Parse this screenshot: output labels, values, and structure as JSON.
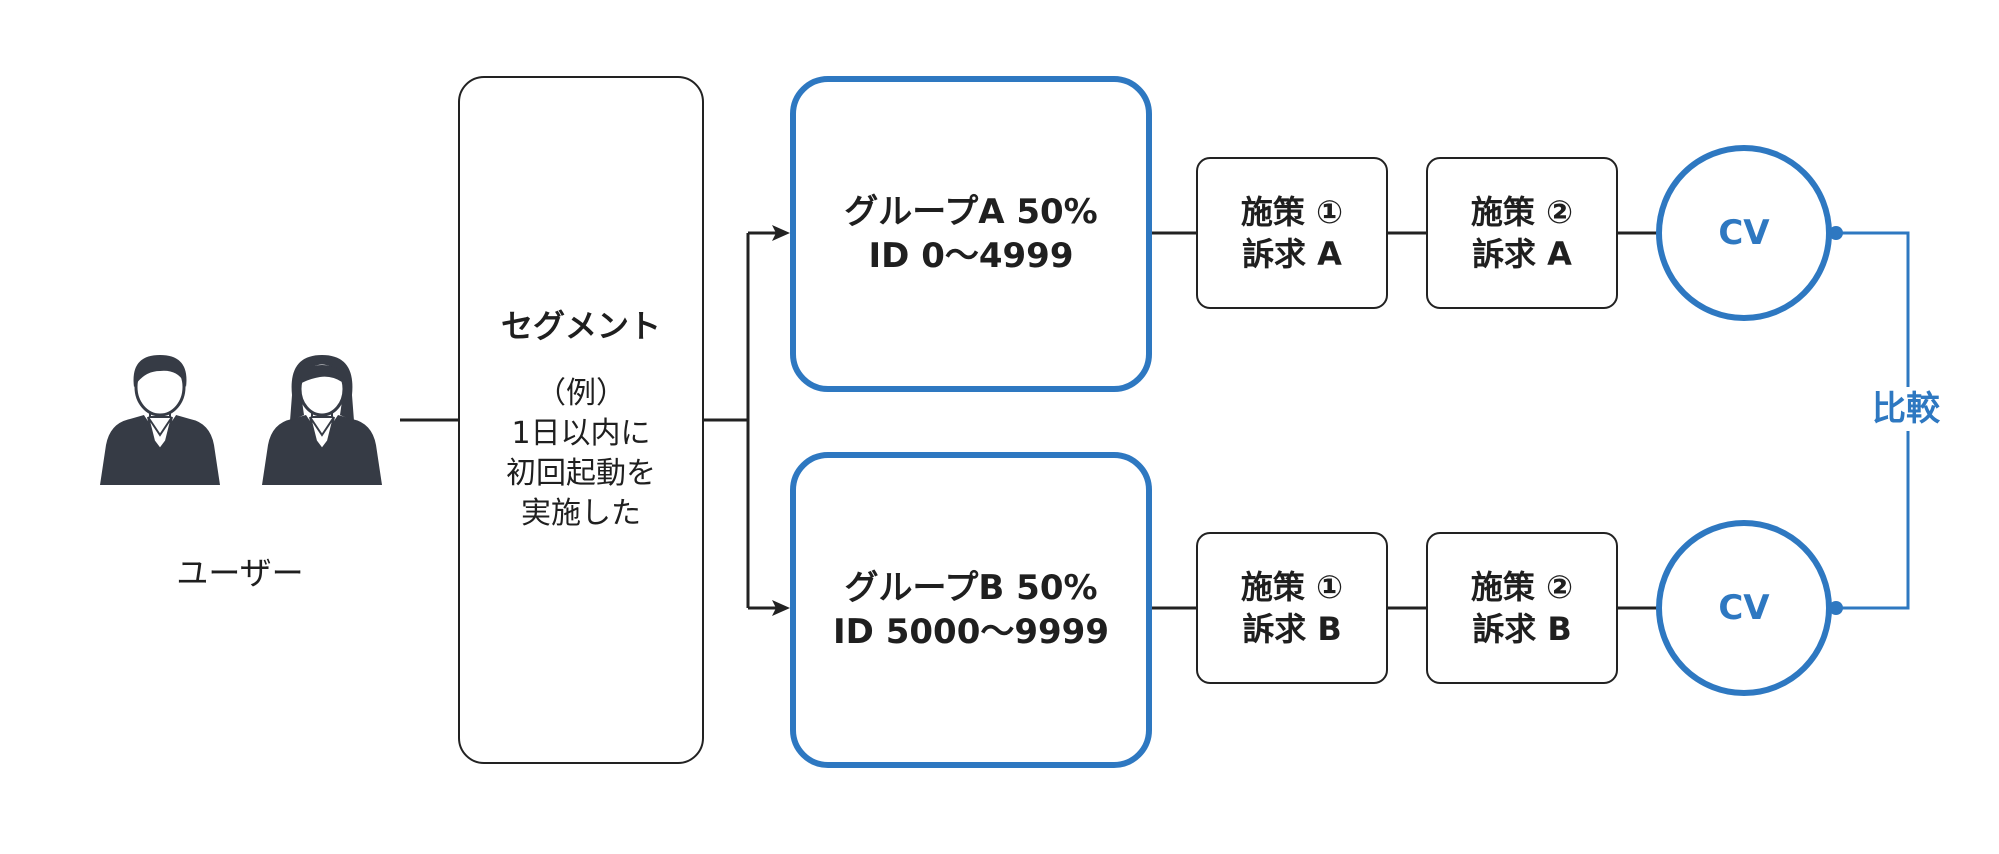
{
  "users": {
    "label": "ユーザー"
  },
  "segment": {
    "title": "セグメント",
    "lines": [
      "（例）",
      "1日以内に",
      "初回起動を",
      "実施した"
    ]
  },
  "groups": [
    {
      "lines": [
        "グループA 50%",
        "ID 0〜4999"
      ]
    },
    {
      "lines": [
        "グループB 50%",
        "ID 5000〜9999"
      ]
    }
  ],
  "steps": [
    {
      "lines": [
        "施策 ①",
        "訴求 A"
      ]
    },
    {
      "lines": [
        "施策 ②",
        "訴求 A"
      ]
    },
    {
      "lines": [
        "施策 ①",
        "訴求 B"
      ]
    },
    {
      "lines": [
        "施策 ②",
        "訴求 B"
      ]
    }
  ],
  "cv": [
    "CV",
    "CV"
  ],
  "compare": "比較",
  "colors": {
    "accent": "#2e78c1",
    "line": "#222222",
    "person": "#363b45"
  }
}
